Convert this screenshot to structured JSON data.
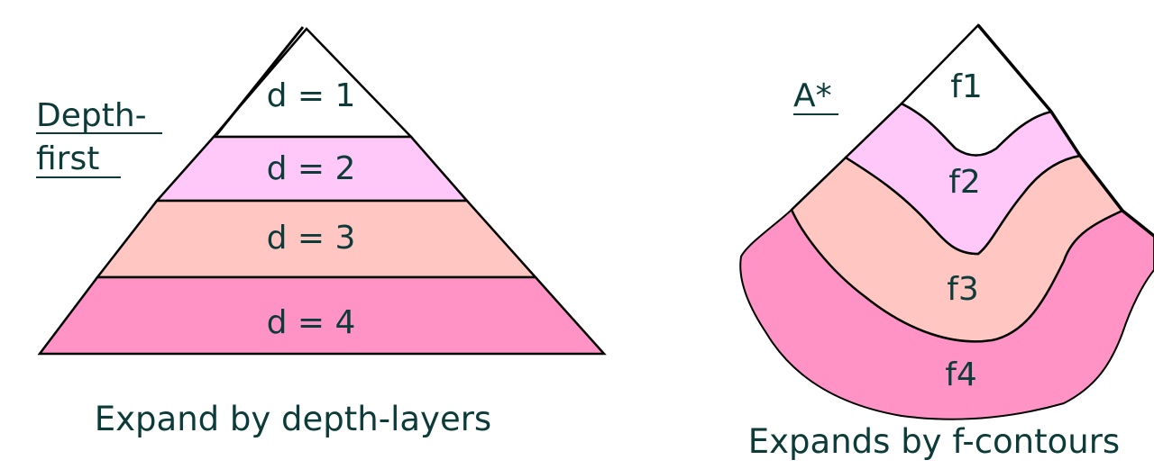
{
  "left": {
    "label_line1": "Depth-",
    "label_line2": "first",
    "layers": [
      "d = 1",
      "d = 2",
      "d = 3",
      "d = 4"
    ],
    "caption": "Expand by depth-layers"
  },
  "right": {
    "label": "A*",
    "contours": [
      "f1",
      "f2",
      "f3",
      "f4"
    ],
    "caption": "Expands by f-contours"
  },
  "colors": {
    "band1": "#ffffff",
    "band2": "#ffc8f8",
    "band3": "#ffc6c2",
    "band4": "#ff93c6",
    "text": "#0d3b3a"
  }
}
